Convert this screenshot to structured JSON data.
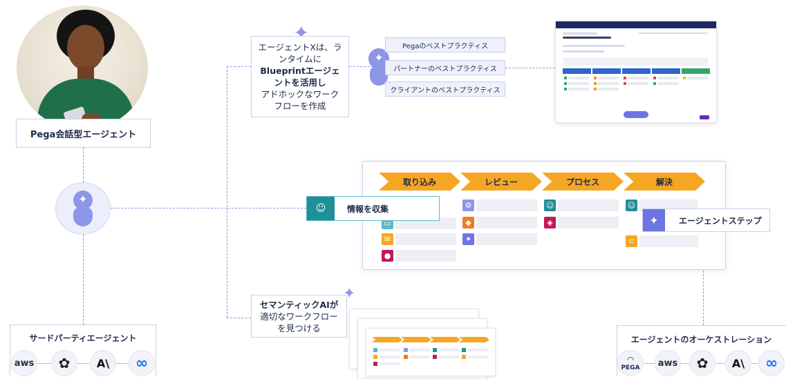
{
  "persona": {
    "label": "Pega会話型エージェント"
  },
  "agent_x": {
    "line1": "エージェントXは、ラ",
    "line2": "ンタイムに",
    "line3": "Blueprintエージェ",
    "line4": "ントを活用し",
    "line5": "アドホックなワーク",
    "line6": "フローを作成"
  },
  "best_practices": [
    "Pegaのベストプラクティス",
    "パートナーのベストプラクティス",
    "クライアントのベストプラクティス"
  ],
  "stages": [
    "取り込み",
    "レビュー",
    "プロセス",
    "解決"
  ],
  "collect_info": "情報を収集",
  "agent_step": "エージェントステップ",
  "semantic_ai": {
    "line1": "セマンティックAIが",
    "line2": "適切なワークフロー",
    "line3": "を見つける"
  },
  "third_party": {
    "title": "サードパーティエージェント",
    "logos": [
      "aws",
      "openai",
      "anthropic",
      "meta"
    ],
    "aws_text": "aws",
    "anthropic_text": "A\\",
    "meta_text": "∞"
  },
  "orchestration": {
    "title": "エージェントのオーケストレーション",
    "pega_text": "PEGA",
    "aws_text": "aws",
    "anthropic_text": "A\\",
    "meta_text": "∞"
  },
  "colors": {
    "accent": "#8d95e8",
    "stage_orange": "#f5a623",
    "teal": "#1f8f9a",
    "border": "#c9cfe6"
  }
}
